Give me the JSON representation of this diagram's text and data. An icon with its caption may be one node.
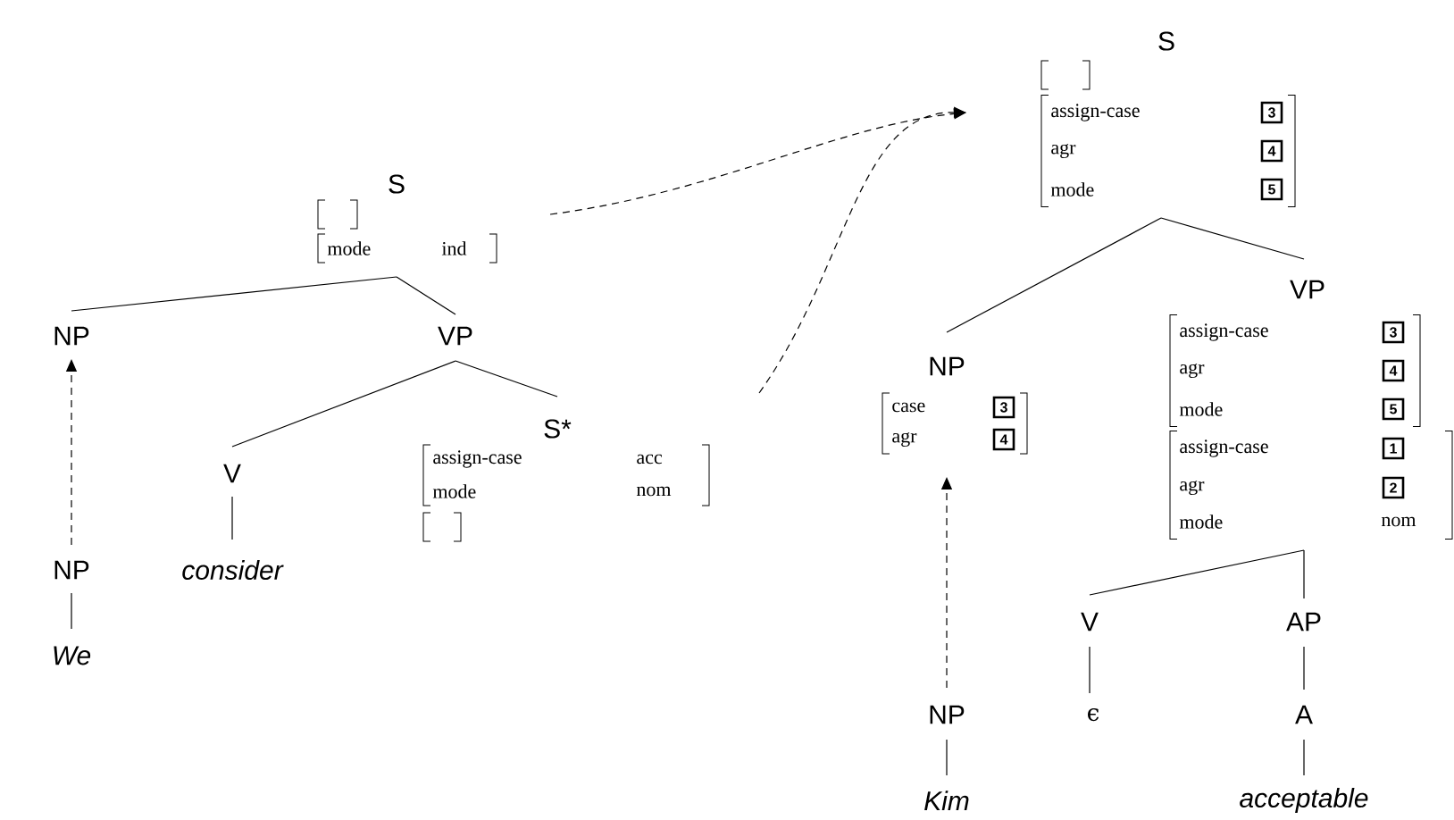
{
  "diagram": {
    "nodes": [
      {
        "text": [
          "S"
        ],
        "beside": [
          "mode",
          "ind"
        ]
      },
      {
        "text": [
          "NP"
        ]
      },
      {
        "text": [
          "VP"
        ]
      },
      {
        "text": [
          "NP"
        ]
      },
      {
        "text": [
          "We"
        ]
      },
      {
        "text": [
          "V"
        ]
      },
      {
        "text": [
          "consider"
        ]
      },
      {
        "text": [
          "S*"
        ],
        "beside": [
          "assign-case",
          "acc",
          "mode",
          "nom"
        ]
      },
      {
        "text": [
          "S"
        ],
        "beside": [
          "assign-case",
          "3",
          "agr",
          "4",
          "mode",
          "5"
        ]
      },
      {
        "text": [
          "NP"
        ],
        "beside": [
          "case",
          "3",
          "agr",
          "4"
        ]
      },
      {
        "text": [
          "VP"
        ],
        "beside": [
          "assign-case",
          "3",
          "agr",
          "4",
          "mode",
          "5",
          "assign-case",
          "1",
          "agr",
          "2",
          "mode",
          "nom"
        ]
      },
      {
        "text": [
          "NP"
        ]
      },
      {
        "text": [
          "Kim"
        ]
      },
      {
        "text": [
          "V"
        ]
      },
      {
        "text": [
          "ϵ"
        ]
      },
      {
        "text": [
          "AP"
        ]
      },
      {
        "text": [
          "A"
        ]
      },
      {
        "text": [
          "acceptable"
        ]
      }
    ],
    "edges": [
      {
        "from": 0,
        "to": 1,
        "arrow": "none"
      },
      {
        "from": 0,
        "to": 2,
        "arrow": "none"
      },
      {
        "from": 2,
        "to": 5,
        "arrow": "none"
      },
      {
        "from": 2,
        "to": 7,
        "arrow": "none"
      },
      {
        "from": 5,
        "to": 6,
        "arrow": "none"
      },
      {
        "from": 3,
        "to": 4,
        "arrow": "none"
      },
      {
        "from": 3,
        "to": 1,
        "arrow": "to",
        "style": "dashed"
      },
      {
        "from": 8,
        "to": 9,
        "arrow": "none"
      },
      {
        "from": 8,
        "to": 10,
        "arrow": "none"
      },
      {
        "from": 10,
        "to": 13,
        "arrow": "none"
      },
      {
        "from": 10,
        "to": 15,
        "arrow": "none"
      },
      {
        "from": 13,
        "to": 14,
        "arrow": "none"
      },
      {
        "from": 15,
        "to": 16,
        "arrow": "none"
      },
      {
        "from": 16,
        "to": 17,
        "arrow": "none"
      },
      {
        "from": 11,
        "to": 12,
        "arrow": "none"
      },
      {
        "from": 11,
        "to": 9,
        "arrow": "to",
        "style": "dashed"
      },
      {
        "from": 0,
        "to": 8,
        "arrow": "to",
        "style": "dashed"
      },
      {
        "from": 7,
        "to": 8,
        "arrow": "to",
        "style": "dashed"
      }
    ]
  }
}
